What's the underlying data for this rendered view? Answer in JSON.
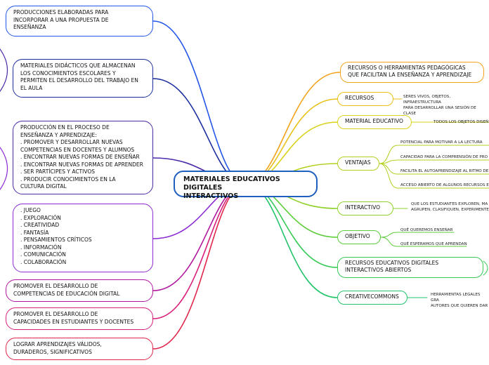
{
  "center": "MATERIALES EDUCATIVOS DIGITALES\nINTERACTIVOS",
  "left_nodes": [
    {
      "text": "PRODUCCIONES ELABORADAS PARA\nINCORPORAR A UNA PROPUESTA DE\nENSEÑANZA",
      "color": "#2255e8"
    },
    {
      "text": "MATERIALES DIDÁCTICOS QUE ALMACENAN\nLOS CONOCIMIENTOS ESCOLARES Y\nPERMITEN EL DESARROLLO DEL TRABAJO EN\nEL AULA",
      "color": "#1b2f9e"
    },
    {
      "text": "PRODUCCIÓN EN EL PROCESO DE\nENSEÑANZA Y APRENDIZAJE:\n. PROMOVER Y DESARROLLAR NUEVAS\nCOMPETENCIAS EN DOCENTES Y ALUMNOS\n. ENCONTRAR NUEVAS FORMAS DE ENSEÑAR\n. ENCONTRAR NUEVAS FORMAS DE APRENDER\n. SER PARTÍCIPES Y ACTIVOS\n. PRODUCIR CONOCIMIENTOS EN LA\nCULTURA DIGITAL",
      "color": "#4b2aa8"
    },
    {
      "text": ". JUEGO\n. EXPLORACIÓN\n. CREATIVIDAD\n. FANTASÍA\n. PENSAMIENTOS CRÍTICOS\n. INFORMACIÓN\n. COMUNICACIÓN\n. COLABORACIÓN",
      "color": "#8a2cd4"
    },
    {
      "text": "PROMOVER EL DESARROLLO DE\nCOMPETENCIAS DE EDUCACIÓN DIGITAL",
      "color": "#b0189e"
    },
    {
      "text": "PROMOVER EL DESARROLLO DE\nCAPACIDADES EN ESTUDIANTES Y DOCENTES",
      "color": "#d81f7a"
    },
    {
      "text": "LOGRAR APRENDIZAJES VÁLIDOS,\nDURADEROS, SIGNIFICATIVOS",
      "color": "#e0264a"
    }
  ],
  "right_nodes": [
    {
      "text": "RECURSOS O HERRAMIENTAS PEDAGÓGICAS\nQUE FACILITAN LA ENSEÑANZA Y APRENDIZAJE",
      "color": "#f2a31b",
      "leaves": []
    },
    {
      "text": "RECURSOS",
      "color": "#e8c21a",
      "leaves": [
        "SERES VIVOS, OBJETOS, INFRAESTRUCTURA\nPARA DESARROLLAR UNA SESIÓN DE CLASE"
      ]
    },
    {
      "text": "MATERIAL EDUCATIVO",
      "color": "#d9d21a",
      "leaves": [
        "TODOS LOS OBJETOS DISEÑ"
      ]
    },
    {
      "text": "VENTAJAS",
      "color": "#b5cf1e",
      "leaves": [
        "POTENCIAL PARA MOTIVAR A LA LECTURA",
        "CAPACIDAD PARA LA COMPRENSIÓN DE PRO",
        "FACILITA EL AUTOAPRENDIZAJE AL RITMO DE",
        "ACCESO ABIERTO DE ALGUNOS RECURSOS E"
      ]
    },
    {
      "text": "INTERACTIVO",
      "color": "#8fd12a",
      "leaves": [
        "QUE LOS ESTUDIANTES EXPLOREN, MA\nAGRUPEN, CLASIFIQUEN, EXPERIMENTE"
      ]
    },
    {
      "text": "OBJETIVO",
      "color": "#5ccc3a",
      "leaves": [
        "QUÉ QUEREMOS ENSEÑAR",
        "QUÉ ESPERAMOS QUE APRENDAN"
      ]
    },
    {
      "text": "RECURSOS EDUCATIVOS DIGITALES\nINTERACTIVOS ABIERTOS",
      "color": "#36c955",
      "leaves": []
    },
    {
      "text": "CREATIVECOMMONS",
      "color": "#22c46a",
      "leaves": [
        "HERRAMIENTAS LEGALES GRA\nAUTORES QUE QUIEREN DAR"
      ]
    }
  ]
}
